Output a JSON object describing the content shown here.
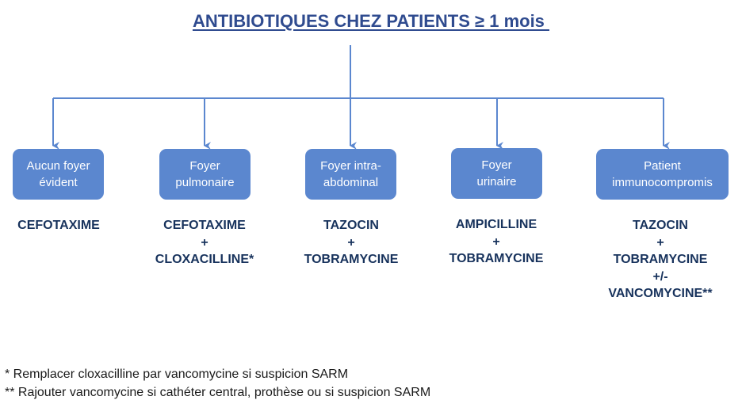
{
  "title": "ANTIBIOTIQUES CHEZ PATIENTS ≥ 1 mois ",
  "colors": {
    "title": "#2f4b8f",
    "box_fill": "#5b87cf",
    "box_text": "#ffffff",
    "connector": "#5b87cf",
    "treatment_text": "#17325c"
  },
  "categories": [
    {
      "lines": [
        "Aucun foyer",
        "évident"
      ],
      "treatment": [
        "CEFOTAXIME"
      ]
    },
    {
      "lines": [
        "Foyer",
        "pulmonaire"
      ],
      "treatment": [
        "CEFOTAXIME",
        "+",
        "CLOXACILLINE*"
      ]
    },
    {
      "lines": [
        "Foyer intra-",
        "abdominal"
      ],
      "treatment": [
        "TAZOCIN",
        "+",
        "TOBRAMYCINE"
      ]
    },
    {
      "lines": [
        "Foyer",
        "urinaire"
      ],
      "treatment": [
        "AMPICILLINE",
        "+",
        "TOBRAMYCINE"
      ]
    },
    {
      "lines": [
        "Patient",
        "immunocompromis"
      ],
      "treatment": [
        "TAZOCIN",
        "+",
        "TOBRAMYCINE",
        "+/-",
        "VANCOMYCINE**"
      ]
    }
  ],
  "footnotes": [
    "* Remplacer cloxacilline par vancomycine si suspicion SARM",
    "** Rajouter vancomycine si cathéter central, prothèse ou si suspicion SARM"
  ]
}
